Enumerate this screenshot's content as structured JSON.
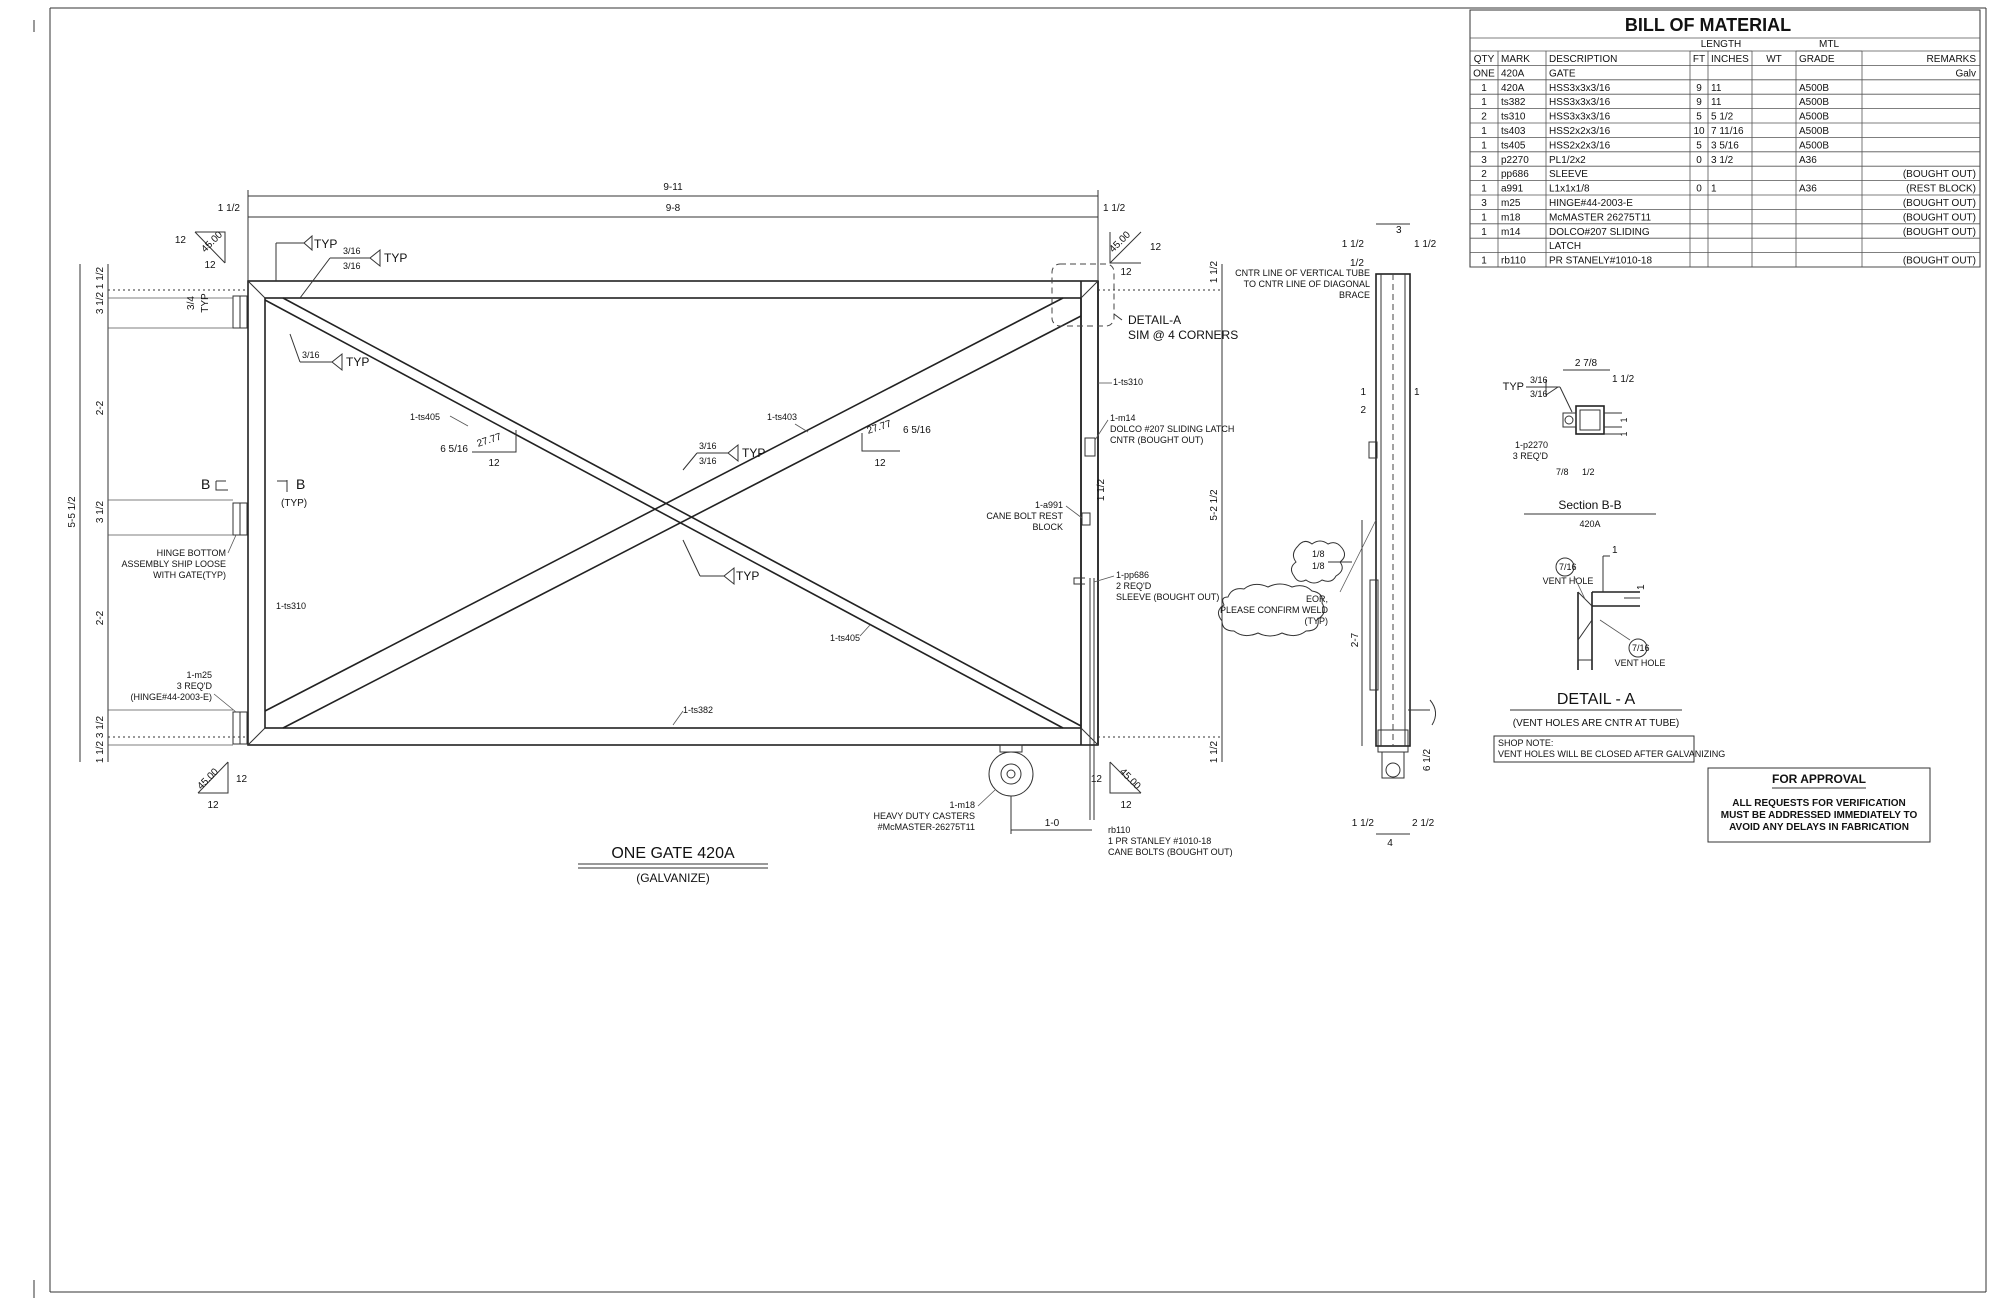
{
  "bom": {
    "title": "BILL OF MATERIAL",
    "group_length": "LENGTH",
    "group_mtl": "MTL",
    "headers": [
      "QTY",
      "MARK",
      "DESCRIPTION",
      "FT",
      "INCHES",
      "WT",
      "GRADE",
      "REMARKS"
    ],
    "rows": [
      [
        "ONE",
        "420A",
        "GATE",
        "",
        "",
        "",
        "",
        "Galv"
      ],
      [
        "1",
        "420A",
        "HSS3x3x3/16",
        "9",
        "11",
        "",
        "A500B",
        ""
      ],
      [
        "1",
        "ts382",
        "HSS3x3x3/16",
        "9",
        "11",
        "",
        "A500B",
        ""
      ],
      [
        "2",
        "ts310",
        "HSS3x3x3/16",
        "5",
        "5 1/2",
        "",
        "A500B",
        ""
      ],
      [
        "1",
        "ts403",
        "HSS2x2x3/16",
        "10",
        "7 11/16",
        "",
        "A500B",
        ""
      ],
      [
        "1",
        "ts405",
        "HSS2x2x3/16",
        "5",
        "3 5/16",
        "",
        "A500B",
        ""
      ],
      [
        "3",
        "p2270",
        "PL1/2x2",
        "0",
        "3 1/2",
        "",
        "A36",
        ""
      ],
      [
        "2",
        "pp686",
        "SLEEVE",
        "",
        "",
        "",
        "",
        "(BOUGHT OUT)"
      ],
      [
        "1",
        "a991",
        "L1x1x1/8",
        "0",
        "1",
        "",
        "A36",
        "(REST BLOCK)"
      ],
      [
        "3",
        "m25",
        "HINGE#44-2003-E",
        "",
        "",
        "",
        "",
        "(BOUGHT OUT)"
      ],
      [
        "1",
        "m18",
        "McMASTER 26275T11",
        "",
        "",
        "",
        "",
        "(BOUGHT OUT)"
      ],
      [
        "1",
        "m14",
        "DOLCO#207 SLIDING",
        "",
        "",
        "",
        "",
        "(BOUGHT OUT)"
      ],
      [
        "",
        "",
        "LATCH",
        "",
        "",
        "",
        "",
        ""
      ],
      [
        "1",
        "rb110",
        "PR STANELY#1010-18",
        "",
        "",
        "",
        "",
        "(BOUGHT OUT)"
      ]
    ]
  },
  "elevation": {
    "title": "ONE GATE 420A",
    "subtitle": "(GALVANIZE)",
    "dim_overall": "9-11",
    "dim_inner": "9-8",
    "dim_half": "1 1/2",
    "dim_height_left": "5-5 1/2",
    "dim_height_right": "5-2 1/2",
    "dim_3_half": "3 1/2",
    "dim_2_2": "2-2",
    "dim_45": "45.00",
    "dim_12": "12",
    "dim_1_0": "1-0",
    "typ": "TYP",
    "typ_paren": "(TYP)",
    "three_quarter": "3/4",
    "three_sixteenth": "3/16",
    "sec_b": "B",
    "brace_a_len": "6 5/16",
    "brace_b_len": "6 5/16",
    "slope": "27.77",
    "detail_a_1": "DETAIL-A",
    "detail_a_2": "SIM @ 4 CORNERS",
    "mk_ts405_a": "1-ts405",
    "mk_ts403": "1-ts403",
    "mk_ts310_l": "1-ts310",
    "mk_ts310_r": "1-ts310",
    "mk_ts405_b": "1-ts405",
    "mk_ts382": "1-ts382",
    "latch_1": "1-m14",
    "latch_2": "DOLCO #207 SLIDING LATCH",
    "latch_3": "CNTR (BOUGHT OUT)",
    "rest_1": "1-a991",
    "rest_2": "CANE BOLT REST",
    "rest_3": "BLOCK",
    "sleeve_1": "1-pp686",
    "sleeve_2": "2 REQ'D",
    "sleeve_3": "SLEEVE (BOUGHT OUT)",
    "hinge_note_1": "HINGE BOTTOM",
    "hinge_note_2": "ASSEMBLY SHIP LOOSE",
    "hinge_note_3": "WITH GATE(TYP)",
    "hinge_mk_1": "1-m25",
    "hinge_mk_2": "3 REQ'D",
    "hinge_mk_3": "(HINGE#44-2003-E)",
    "caster_1": "1-m18",
    "caster_2": "HEAVY DUTY CASTERS",
    "caster_3": "#McMASTER-26275T11",
    "cane_1": "rb110",
    "cane_2": "1 PR STANLEY #1010-18",
    "cane_3": "CANE BOLTS (BOUGHT OUT)"
  },
  "side_view": {
    "cntr_1": "CNTR LINE OF VERTICAL TUBE",
    "cntr_2": "TO CNTR LINE OF DIAGONAL",
    "cntr_3": "BRACE",
    "dim_3": "3",
    "dim_half": "1/2",
    "dim_1_half": "1 1/2",
    "dim_1": "1",
    "dim_2": "2",
    "dim_2_7": "2-7",
    "dim_6_half": "6 1/2",
    "dim_2_half": "2 1/2",
    "dim_4": "4",
    "weld": "1/8",
    "eor_1": "EOR,",
    "eor_2": "PLEASE CONFIRM WELD",
    "eor_3": "(TYP)"
  },
  "section_bb": {
    "title": "Section B-B",
    "ref": "420A",
    "typ": "TYP",
    "weld": "3/16",
    "dim_2_7_8": "2 7/8",
    "dim_1_half": "1 1/2",
    "dim_1": "1",
    "dim_7_8": "7/8",
    "dim_half": "1/2",
    "plate_1": "1-p2270",
    "plate_2": "3 REQ'D"
  },
  "detail_a": {
    "title": "DETAIL - A",
    "note": "(VENT HOLES ARE CNTR AT TUBE)",
    "vent": "VENT HOLE",
    "size": "7/16",
    "dim_1": "1",
    "shop_1": "SHOP NOTE:",
    "shop_2": "VENT HOLES WILL BE CLOSED AFTER GALVANIZING"
  },
  "approval": {
    "title": "FOR APPROVAL",
    "line1": "ALL REQUESTS FOR VERIFICATION",
    "line2": "MUST BE ADDRESSED IMMEDIATELY TO",
    "line3": "AVOID ANY DELAYS IN FABRICATION"
  }
}
